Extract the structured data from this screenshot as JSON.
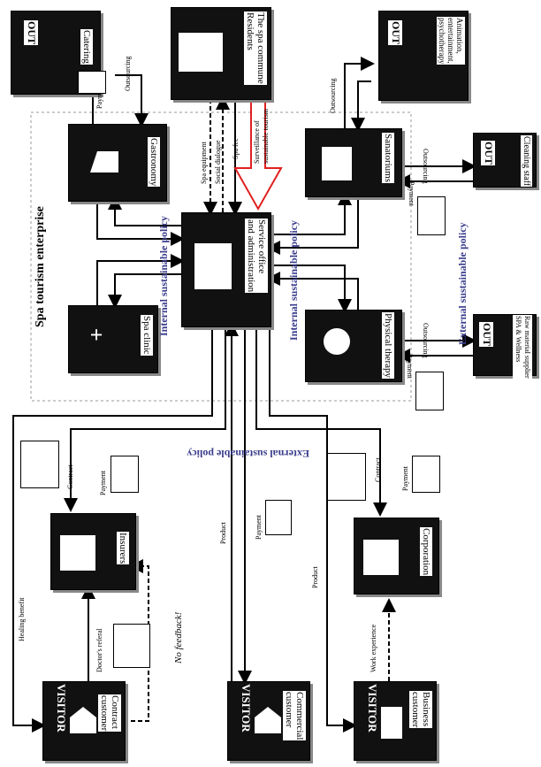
{
  "title": "Spa tourism enterprise",
  "policies": {
    "internal_left": "Internal sustainable policy",
    "internal_right": "Internal sustainable policy",
    "external_right": "External sustainable policy",
    "external_bottom": "External sustainable policy"
  },
  "nodes": {
    "catering": {
      "tag": "OUT",
      "label": "Catering"
    },
    "residents": {
      "label": "The spa commune\nResidents"
    },
    "animation": {
      "tag": "OUT",
      "label": "Animation,\nentertainment,\npsychotherapy"
    },
    "gastronomy": {
      "label": "Gastronomy"
    },
    "sanatoriums": {
      "label": "Sanatoriums"
    },
    "cleaning": {
      "tag": "OUT",
      "label": "Cleaning staff"
    },
    "service_office": {
      "label": "Service office\nand administration"
    },
    "spa_clinic": {
      "label": "Spa clinic"
    },
    "physical_therapy": {
      "label": "Physical therapy"
    },
    "raw_material": {
      "tag": "OUT",
      "label": "Raw material supplier\nSPA & Wellness"
    },
    "insurers": {
      "label": "Insurers"
    },
    "corporation": {
      "label": "Corporation"
    },
    "contract_customer": {
      "tag": "VISITOR",
      "label": "Contract\ncustomer"
    },
    "commercial_customer": {
      "tag": "VISITOR",
      "label": "Commercial\ncustomer"
    },
    "business_customer": {
      "tag": "VISITOR",
      "label": "Business\ncustomer"
    }
  },
  "edge_labels": {
    "payment": "Payment",
    "outsourcing": "Outsourcing",
    "spa_equipment": "Spa equipment",
    "social_dialogue": "Social dialogue",
    "spa_fee": "Spa fee",
    "surveillance": "Surveillance of\nsustainable tourism",
    "contract": "Contract",
    "product": "Product",
    "healing_benefit": "Healing benefit",
    "doctors_referral": "Doctor's referal",
    "no_feedback": "No feedback!",
    "work_experience": "Work experience"
  },
  "colors": {
    "policy": "#3a3c8c",
    "surveillance_arrow": "#e02020",
    "node_fill": "#111111"
  }
}
